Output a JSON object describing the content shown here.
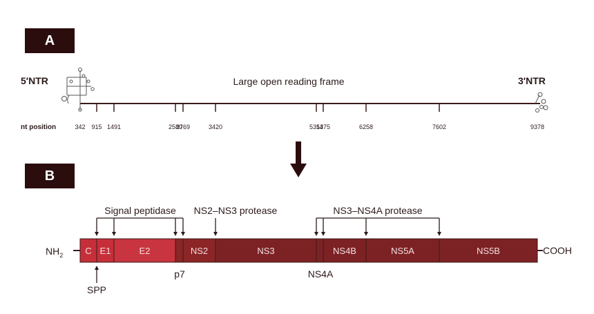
{
  "panels": {
    "a": "A",
    "b": "B"
  },
  "genome": {
    "label_5ntr": "5′NTR",
    "label_3ntr": "3′NTR",
    "orf_label": "Large open reading frame",
    "nt_label": "nt position",
    "positions": [
      {
        "value": 342,
        "label": "342"
      },
      {
        "value": 915,
        "label": "915"
      },
      {
        "value": 1491,
        "label": "1491"
      },
      {
        "value": 2580,
        "label": "2580"
      },
      {
        "value": 2769,
        "label": "2769"
      },
      {
        "value": 3420,
        "label": "3420"
      },
      {
        "value": 5313,
        "label": "5313"
      },
      {
        "value": 5475,
        "label": "5475"
      },
      {
        "value": 6258,
        "label": "6258"
      },
      {
        "value": 7602,
        "label": "7602"
      },
      {
        "value": 9378,
        "label": "9378"
      }
    ]
  },
  "polyprotein": {
    "n_terminus": "NH",
    "n_terminus_sub": "2",
    "c_terminus": "COOH",
    "segments": [
      {
        "id": "c",
        "label": "C",
        "start": 342,
        "end": 915,
        "color": "#c62f3a"
      },
      {
        "id": "e1",
        "label": "E1",
        "start": 915,
        "end": 1491,
        "color": "#c62f3a"
      },
      {
        "id": "e2",
        "label": "E2",
        "start": 1491,
        "end": 2580,
        "color": "#c83540"
      },
      {
        "id": "p7",
        "label": "",
        "start": 2580,
        "end": 2769,
        "color": "#8c2526"
      },
      {
        "id": "ns2",
        "label": "NS2",
        "start": 2769,
        "end": 3420,
        "color": "#8c2526"
      },
      {
        "id": "ns3",
        "label": "NS3",
        "start": 3420,
        "end": 5313,
        "color": "#7d2224"
      },
      {
        "id": "ns4a",
        "label": "",
        "start": 5313,
        "end": 5475,
        "color": "#7d2224"
      },
      {
        "id": "ns4b",
        "label": "NS4B",
        "start": 5475,
        "end": 6258,
        "color": "#7d2224"
      },
      {
        "id": "ns5a",
        "label": "NS5A",
        "start": 6258,
        "end": 7602,
        "color": "#7d2224"
      },
      {
        "id": "ns5b",
        "label": "NS5B",
        "start": 7602,
        "end": 9378,
        "color": "#7d2224"
      }
    ],
    "below_labels": [
      "SPP",
      "p7",
      "NS4A"
    ],
    "proteases": {
      "signal_peptidase": "Signal peptidase",
      "ns2_ns3": "NS2–NS3 protease",
      "ns3_ns4a": "NS3–NS4A protease"
    }
  },
  "colors": {
    "dark": "#2b0d0d",
    "line": "#3a1a1a"
  }
}
